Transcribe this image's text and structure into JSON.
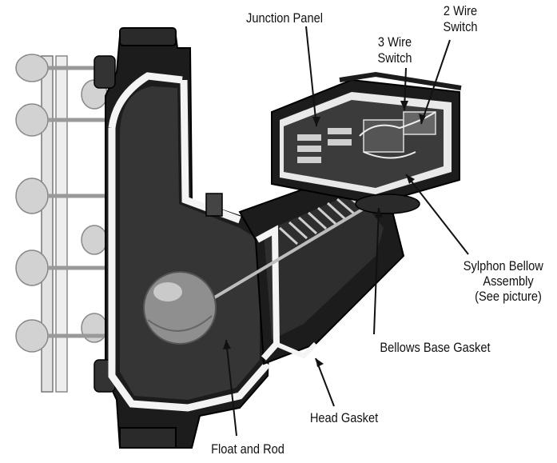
{
  "labels": {
    "junction_panel": "Junction Panel",
    "two_wire_switch_line1": "2 Wire",
    "two_wire_switch_line2": "Switch",
    "three_wire_switch_line1": "3 Wire",
    "three_wire_switch_line2": "Switch",
    "sylphon_line1": "Sylphon Bellow",
    "sylphon_line2": "Assembly",
    "sylphon_line3": "(See picture)",
    "bellows_base_gasket": "Bellows Base Gasket",
    "head_gasket": "Head Gasket",
    "float_and_rod": "Float and Rod"
  },
  "colors": {
    "ink": "#111111",
    "cast_iron": "#1c1c1c",
    "interior": "#3a3a3a",
    "cutaway": "#f4f4f4",
    "glass": "#d8d8d8",
    "float": "#9a9a9a"
  }
}
